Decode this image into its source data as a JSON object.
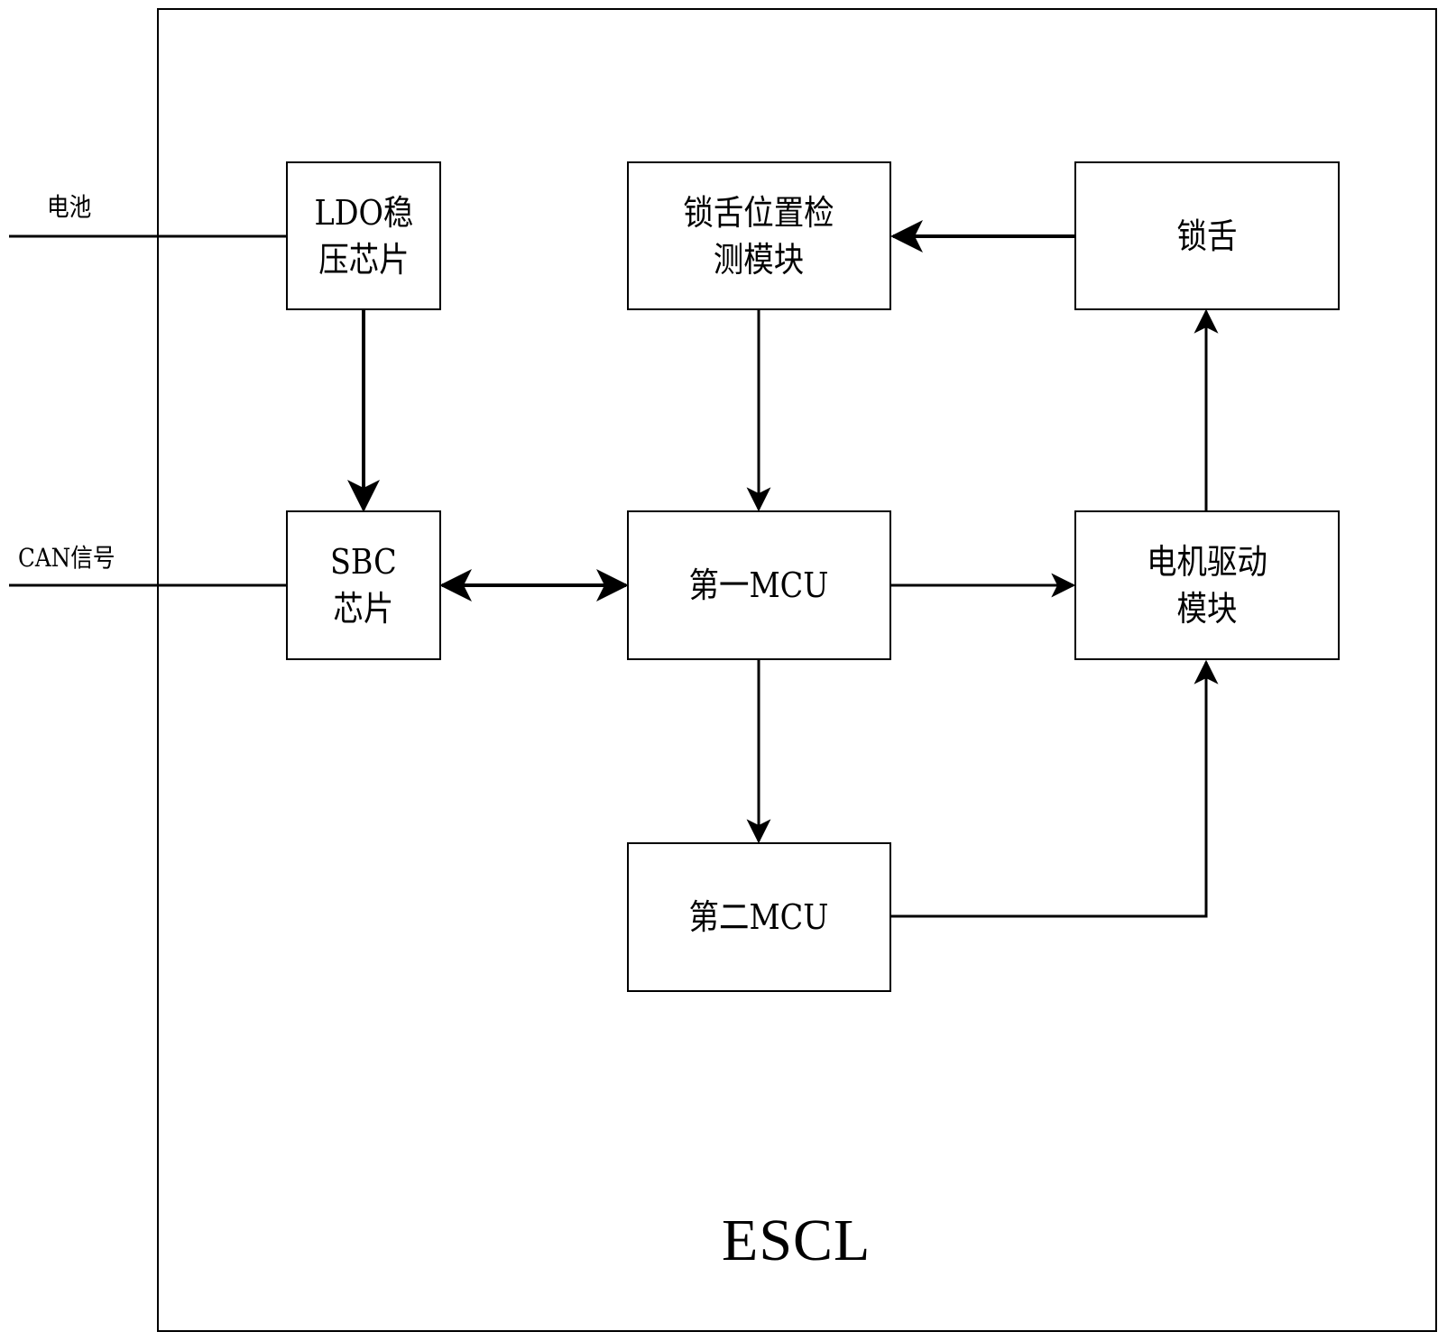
{
  "diagram": {
    "title": "ESCL",
    "external_inputs": [
      {
        "id": "battery",
        "label": "电池",
        "target": "ldo"
      },
      {
        "id": "can",
        "label": "CAN信号",
        "target": "sbc"
      }
    ],
    "blocks": {
      "ldo": {
        "label": "LDO稳\n压芯片"
      },
      "sbc": {
        "label": "SBC\n芯片"
      },
      "detect": {
        "label": "锁舌位置检\n测模块"
      },
      "mcu1": {
        "label": "第一MCU"
      },
      "mcu2": {
        "label": "第二MCU"
      },
      "bolt": {
        "label": "锁舌"
      },
      "motor": {
        "label": "电机驱动\n模块"
      }
    },
    "connections": [
      {
        "from": "battery",
        "to": "ldo",
        "arrow": "none"
      },
      {
        "from": "can",
        "to": "sbc",
        "arrow": "none"
      },
      {
        "from": "ldo",
        "to": "sbc",
        "arrow": "end"
      },
      {
        "from": "sbc",
        "to": "mcu1",
        "arrow": "both"
      },
      {
        "from": "bolt",
        "to": "detect",
        "arrow": "end"
      },
      {
        "from": "detect",
        "to": "mcu1",
        "arrow": "end"
      },
      {
        "from": "mcu1",
        "to": "motor",
        "arrow": "end"
      },
      {
        "from": "mcu1",
        "to": "mcu2",
        "arrow": "end"
      },
      {
        "from": "motor",
        "to": "bolt",
        "arrow": "end"
      },
      {
        "from": "mcu2",
        "to": "motor",
        "arrow": "end",
        "routing": "elbow"
      }
    ]
  }
}
